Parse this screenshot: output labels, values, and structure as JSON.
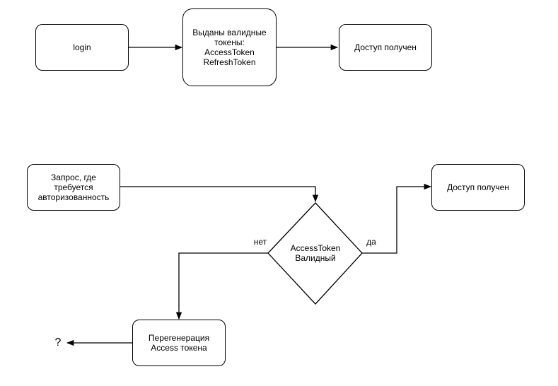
{
  "diagram": {
    "top_flow": {
      "login": "login",
      "tokens_issued": "Выданы валидные\nтокены:\nAccessToken\nRefreshToken",
      "access_granted": "Доступ получен"
    },
    "bottom_flow": {
      "request": "Запрос, где\nтребуется\nавторизованность",
      "decision": "AccessToken\nВалидный",
      "edge_no": "нет",
      "edge_yes": "да",
      "access_granted": "Доступ получен",
      "regenerate": "Перегенерация\nAccess токена",
      "unknown": "?"
    }
  }
}
